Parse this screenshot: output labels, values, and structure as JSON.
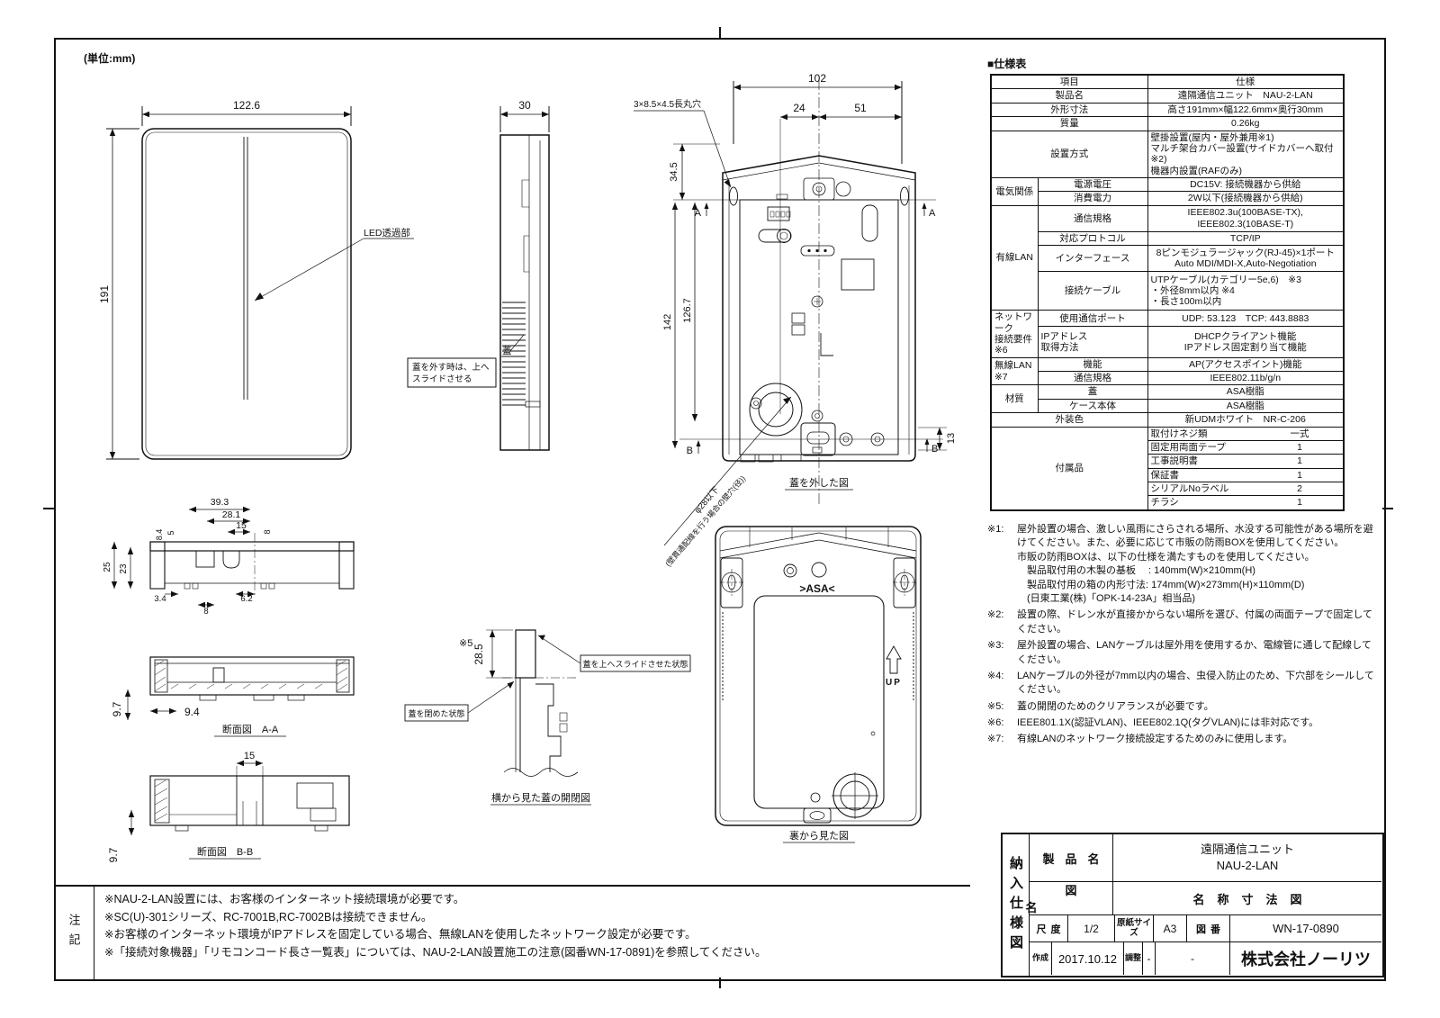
{
  "page": {
    "unit_label": "(単位:mm)"
  },
  "drawings": {
    "front_view": {
      "dim_width": "122.6",
      "dim_height": "191",
      "led_label": "LED透過部"
    },
    "side_view": {
      "dim_depth": "30",
      "lid_label": "蓋",
      "note_line1": "蓋を外す時は、上へ",
      "note_line2": "スライドさせる"
    },
    "rear_open_view": {
      "caption": "蓋を外した図",
      "dim_total_width": "102",
      "dim_left": "24",
      "dim_right": "51",
      "dim_top": "34.5",
      "dim_height1": "142",
      "dim_height2": "126.7",
      "dim_bottom": "13",
      "hole_label": "3×8.5×4.5長丸穴",
      "wall_hole_dia": "φ28以下",
      "wall_hole_note": "(壁貫通配線を行う場合の壁穴(径))",
      "marker_a": "A",
      "marker_b": "B"
    },
    "top_section": {
      "d39_3": "39.3",
      "d28_1": "28.1",
      "d15": "15",
      "d8_4": "8.4",
      "d5": "5",
      "d8r": "8",
      "d25": "25",
      "d23": "23",
      "d3_4": "3.4",
      "d6_2": "6.2",
      "d8b": "8"
    },
    "section_aa": {
      "caption": "断面図　A-A",
      "d9_4": "9.4",
      "d9_7": "9.7"
    },
    "section_bb": {
      "caption": "断面図　B-B",
      "d15": "15",
      "d9_7": "9.7"
    },
    "lid_diagram": {
      "caption": "横から見た蓋の開閉図",
      "ref5": "※5",
      "d28_5": "28.5",
      "open_label": "蓋を上へスライドさせた状態",
      "closed_label": "蓋を閉めた状態"
    },
    "rear_view": {
      "caption": "裏から見た図",
      "asa_mark": ">ASA<",
      "up_label": "UP"
    }
  },
  "spec_table": {
    "title": "■仕様表",
    "header": {
      "item": "項目",
      "spec": "仕様"
    },
    "product_name": {
      "label": "製品名",
      "value": "遠隔通信ユニット　NAU-2-LAN"
    },
    "outline_dims": {
      "label": "外形寸法",
      "value": "高さ191mm×幅122.6mm×奥行30mm"
    },
    "weight": {
      "label": "質量",
      "value": "0.26kg"
    },
    "installation": {
      "label": "設置方式",
      "value": "壁掛設置(屋内・屋外兼用※1)\nマルチ架台カバー設置(サイドカバーへ取付※2)\n機器内設置(RAFのみ)"
    },
    "electrical": {
      "group": "電気関係",
      "rows": [
        {
          "label": "電源電圧",
          "value": "DC15V: 接続機器から供給"
        },
        {
          "label": "消費電力",
          "value": "2W以下(接続機器から供給)"
        }
      ]
    },
    "wired_lan": {
      "group": "有線LAN",
      "rows": [
        {
          "label": "通信規格",
          "value": "IEEE802.3u(100BASE-TX),\nIEEE802.3(10BASE-T)"
        },
        {
          "label": "対応プロトコル",
          "value": "TCP/IP"
        },
        {
          "label": "インターフェース",
          "value": "8ピンモジュラージャック(RJ-45)×1ポート\nAuto MDI/MDI-X,Auto-Negotiation"
        },
        {
          "label": "接続ケーブル",
          "value": "UTPケーブル(カテゴリー5e,6)　※3\n・外径8mm以内 ※4\n・長さ100m以内"
        }
      ]
    },
    "network": {
      "group": "ネットワーク\n接続要件\n※6",
      "rows": [
        {
          "label": "使用通信ポート",
          "value": "UDP: 53.123　TCP: 443.8883"
        },
        {
          "label": "IPアドレス\n取得方法",
          "value": "DHCPクライアント機能\nIPアドレス固定割り当て機能"
        }
      ]
    },
    "wireless_lan": {
      "group": "無線LAN\n※7",
      "rows": [
        {
          "label": "機能",
          "value": "AP(アクセスポイント)機能"
        },
        {
          "label": "通信規格",
          "value": "IEEE802.11b/g/n"
        }
      ]
    },
    "material": {
      "group": "材質",
      "rows": [
        {
          "label": "蓋",
          "value": "ASA樹脂"
        },
        {
          "label": "ケース本体",
          "value": "ASA樹脂"
        }
      ]
    },
    "exterior_color": {
      "label": "外装色",
      "value": "新UDMホワイト　NR-C-206"
    },
    "accessories": {
      "label": "付属品",
      "items": [
        {
          "name": "取付けネジ類",
          "qty": "一式"
        },
        {
          "name": "固定用両面テープ",
          "qty": "1"
        },
        {
          "name": "工事説明書",
          "qty": "1"
        },
        {
          "name": "保証書",
          "qty": "1"
        },
        {
          "name": "シリアルNoラベル",
          "qty": "2"
        },
        {
          "name": "チラシ",
          "qty": "1"
        }
      ]
    }
  },
  "footnotes": [
    {
      "tag": "※1:",
      "text": "屋外設置の場合、激しい風雨にさらされる場所、水没する可能性がある場所を避けてください。また、必要に応じて市販の防雨BOXを使用してください。\n市販の防雨BOXは、以下の仕様を満たすものを使用してください。\n　製品取付用の木製の基板　 : 140mm(W)×210mm(H)\n　製品取付用の箱の内形寸法: 174mm(W)×273mm(H)×110mm(D)\n　(日東工業(株)「OPK-14-23A」相当品)"
    },
    {
      "tag": "※2:",
      "text": "設置の際、ドレン水が直接かからない場所を選び、付属の両面テープで固定してください。"
    },
    {
      "tag": "※3:",
      "text": "屋外設置の場合、LANケーブルは屋外用を使用するか、電線管に通して配線してください。"
    },
    {
      "tag": "※4:",
      "text": "LANケーブルの外径が7mm以内の場合、虫侵入防止のため、下穴部をシールしてください。"
    },
    {
      "tag": "※5:",
      "text": "蓋の開閉のためのクリアランスが必要です。"
    },
    {
      "tag": "※6:",
      "text": "IEEE801.1X(認証VLAN)、IEEE802.1Q(タグVLAN)には非対応です。"
    },
    {
      "tag": "※7:",
      "text": "有線LANのネットワーク接続設定するためのみに使用します。"
    }
  ],
  "remarks": {
    "label": "注記",
    "lines": [
      "※NAU-2-LAN設置には、お客様のインターネット接続環境が必要です。",
      "※SC(U)-301シリーズ、RC-7001B,RC-7002Bは接続できません。",
      "※お客様のインターネット環境がIPアドレスを固定している場合、無線LANを使用したネットワーク設定が必要です。",
      "※「接続対象機器」「リモコンコード長さ一覧表」については、NAU-2-LAN設置施工の注意(図番WN-17-0891)を参照してください。"
    ]
  },
  "title_block": {
    "doc_type": "納入仕様図",
    "product_label": "製品名",
    "product_value": "遠隔通信ユニット\nNAU-2-LAN",
    "drawing_label": "図名",
    "drawing_value": "名称寸法図",
    "scale_label": "尺度",
    "scale_value": "1/2",
    "paper_label": "原紙サイズ",
    "paper_value": "A3",
    "number_label": "図番",
    "number_value": "WN-17-0890",
    "created_label": "作成",
    "created_value": "2017.10.12",
    "adjust_label": "調整",
    "adjust_value": "-",
    "blank_value": "-",
    "company": "株式会社ノーリツ"
  }
}
